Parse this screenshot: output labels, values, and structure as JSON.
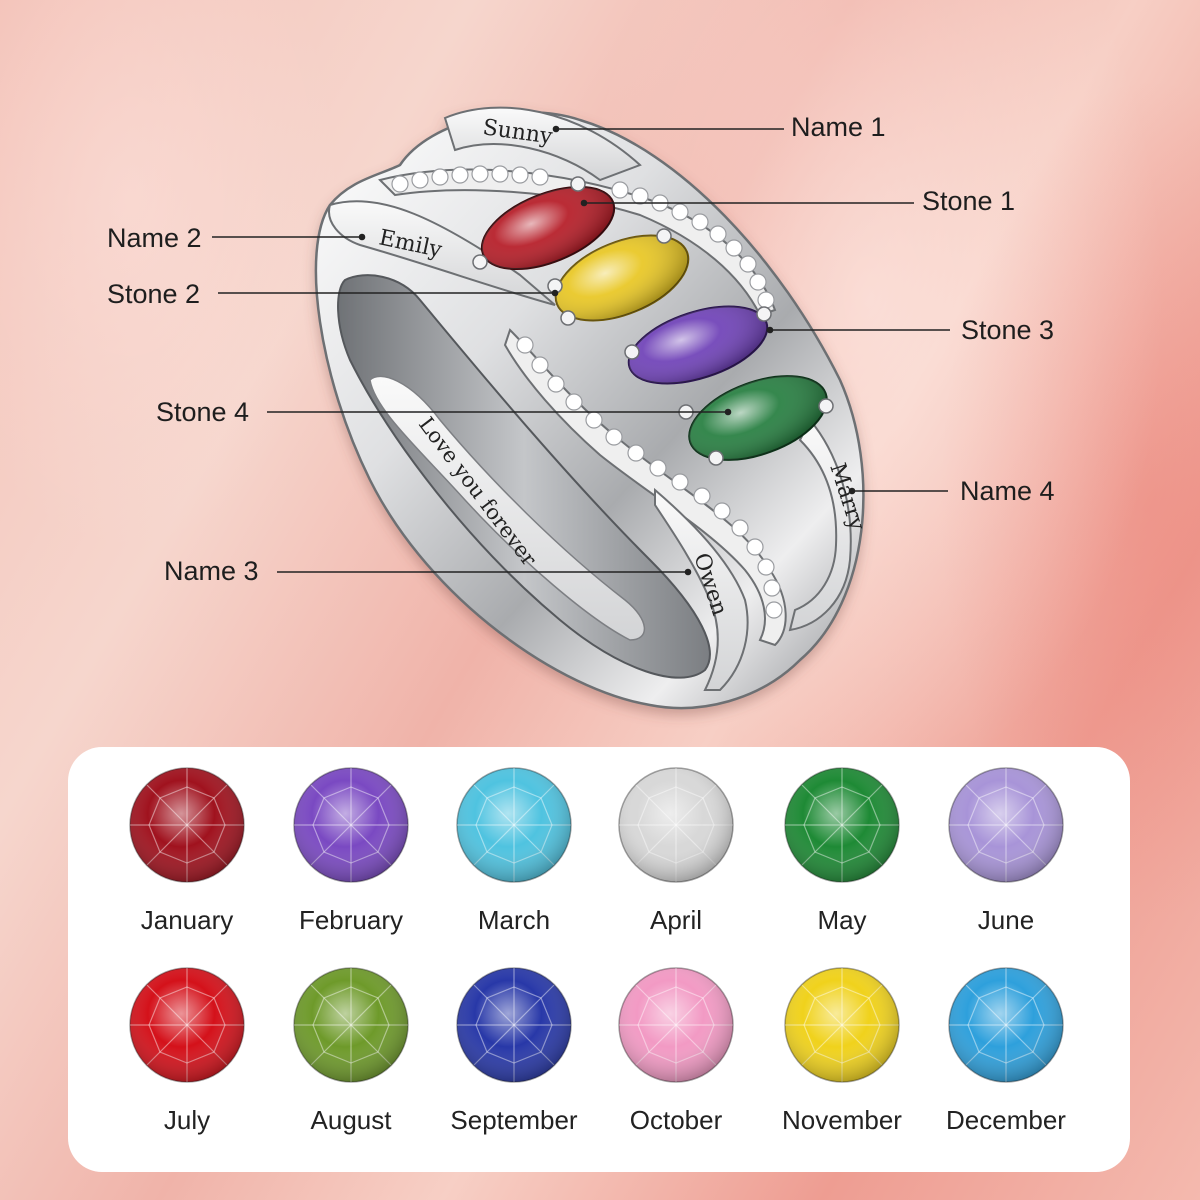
{
  "ring": {
    "engravings": {
      "name1": "Sunny",
      "name2": "Emily",
      "name3": "Owen",
      "name4": "Marry",
      "inside": "Love you forever"
    },
    "callouts": {
      "name1": "Name 1",
      "stone1": "Stone 1",
      "name2": "Name 2",
      "stone2": "Stone 2",
      "stone3": "Stone 3",
      "stone4": "Stone 4",
      "name4": "Name 4",
      "name3": "Name 3"
    },
    "set_stone_colors": {
      "stone1": "#b3141f",
      "stone2": "#e8c51c",
      "stone3": "#6a3bb5",
      "stone4": "#1f7a3a"
    }
  },
  "birthstones": [
    {
      "month": "January",
      "color": "#a0121e",
      "icon": "garnet-gem-icon"
    },
    {
      "month": "February",
      "color": "#7a49c2",
      "icon": "amethyst-gem-icon"
    },
    {
      "month": "March",
      "color": "#4fc3e0",
      "icon": "aquamarine-gem-icon"
    },
    {
      "month": "April",
      "color": "#d8d8d8",
      "icon": "diamond-gem-icon"
    },
    {
      "month": "May",
      "color": "#1e8a35",
      "icon": "emerald-gem-icon"
    },
    {
      "month": "June",
      "color": "#a894d8",
      "icon": "alexandrite-gem-icon"
    },
    {
      "month": "July",
      "color": "#d4111a",
      "icon": "ruby-gem-icon"
    },
    {
      "month": "August",
      "color": "#6e9a2a",
      "icon": "peridot-gem-icon"
    },
    {
      "month": "September",
      "color": "#2838a8",
      "icon": "sapphire-gem-icon"
    },
    {
      "month": "October",
      "color": "#f29ac4",
      "icon": "tourmaline-gem-icon"
    },
    {
      "month": "November",
      "color": "#f0d21c",
      "icon": "topaz-gem-icon"
    },
    {
      "month": "December",
      "color": "#2ea0dc",
      "icon": "zircon-gem-icon"
    }
  ]
}
